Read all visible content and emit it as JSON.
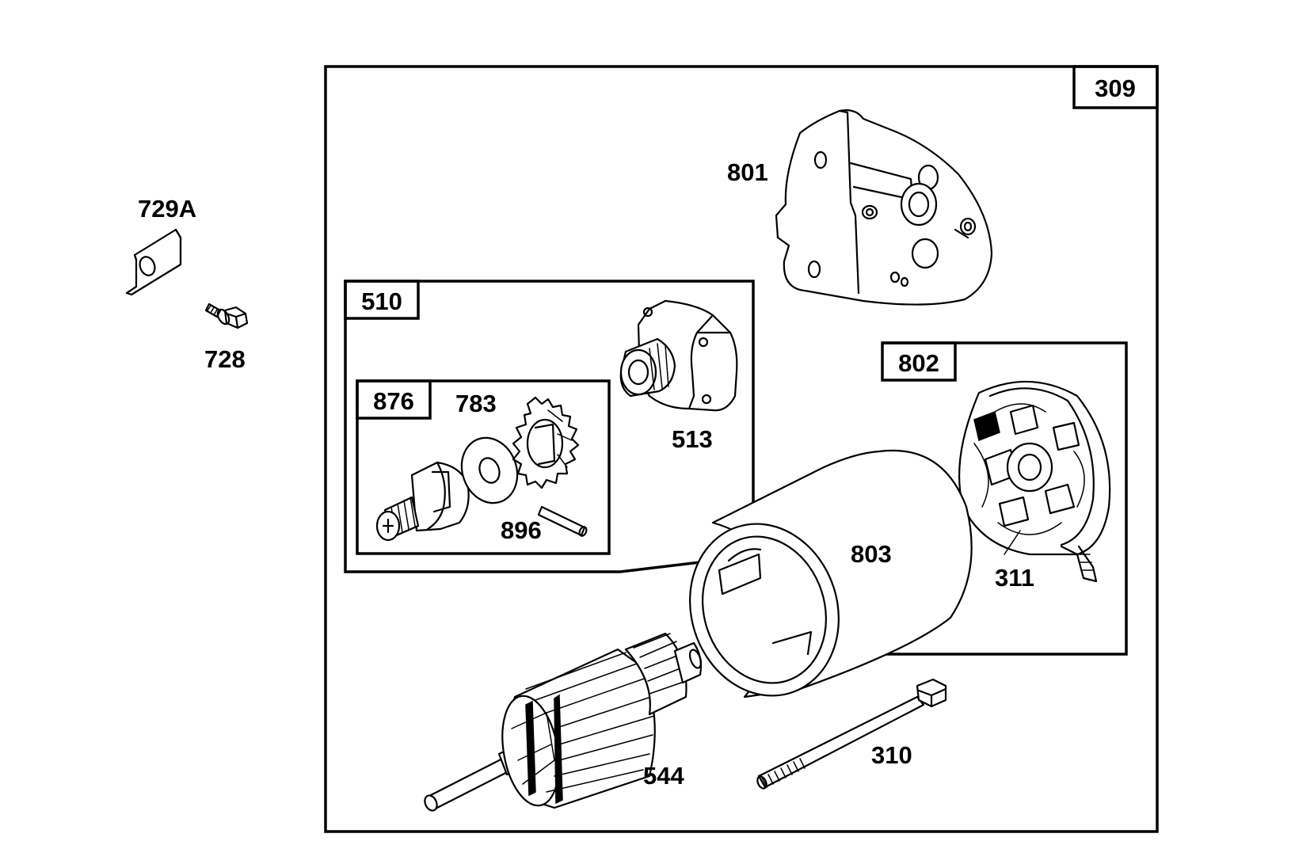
{
  "diagram": {
    "labels": {
      "assembly": "309",
      "starter_drive_kit": "510",
      "drive_sub_kit": "876",
      "brush_kit": "802",
      "bracket": "729A",
      "screw": "728",
      "end_cap": "801",
      "drive_housing": "513",
      "washer": "783",
      "pin": "896",
      "housing": "803",
      "brush_holder": "311",
      "armature": "544",
      "through_bolt": "310"
    }
  }
}
